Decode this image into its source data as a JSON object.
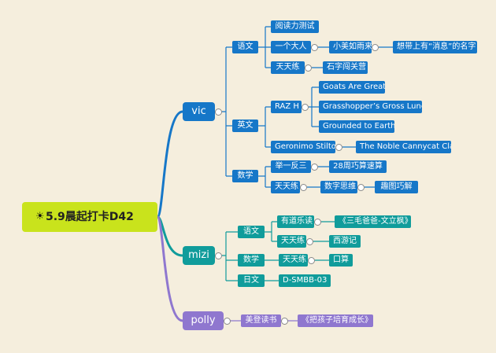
{
  "root": {
    "icon": "sun-icon",
    "label": "5.9晨起打卡D42"
  },
  "vic": {
    "label": "vic",
    "chinese": {
      "label": "语文",
      "reading": "阅读力测试",
      "story": "一个大人",
      "author": "小美如雨来",
      "note": "想带上有“消息”的名字",
      "daily": "天天练",
      "daily_detail": "石字闯关营"
    },
    "english": {
      "label": "英文",
      "raz": "RAZ H",
      "raz1": "Goats Are Great",
      "raz2": "Grasshopper’s Gross Lunch",
      "raz3": "Grounded to Earth",
      "geronimo": "Geronimo Stilton",
      "geronimo_book": "The Noble Cannycat Clan"
    },
    "math": {
      "label": "数学",
      "book1": "举一反三",
      "book1_detail": "28周巧算速算",
      "daily": "天天练",
      "daily_sub": "数字思维",
      "daily_detail": "趣图巧解"
    }
  },
  "mizi": {
    "label": "mizi",
    "chinese": {
      "label": "语文",
      "reading": "有道乐读",
      "reading_book": "《三毛爸爸-文立枫》",
      "daily": "天天练",
      "daily_detail": "西游记"
    },
    "math": {
      "label": "数学",
      "daily": "天天练",
      "daily_detail": "口算"
    },
    "japanese": {
      "label": "日文",
      "detail": "D-SMBB-03"
    }
  },
  "polly": {
    "label": "polly",
    "item": "美登读书",
    "book": "《把孩子培育成长》"
  },
  "colors": {
    "vic": "#1677c8",
    "mizi": "#109c9b",
    "polly": "#8f77cf",
    "root": "#c9e31c"
  }
}
